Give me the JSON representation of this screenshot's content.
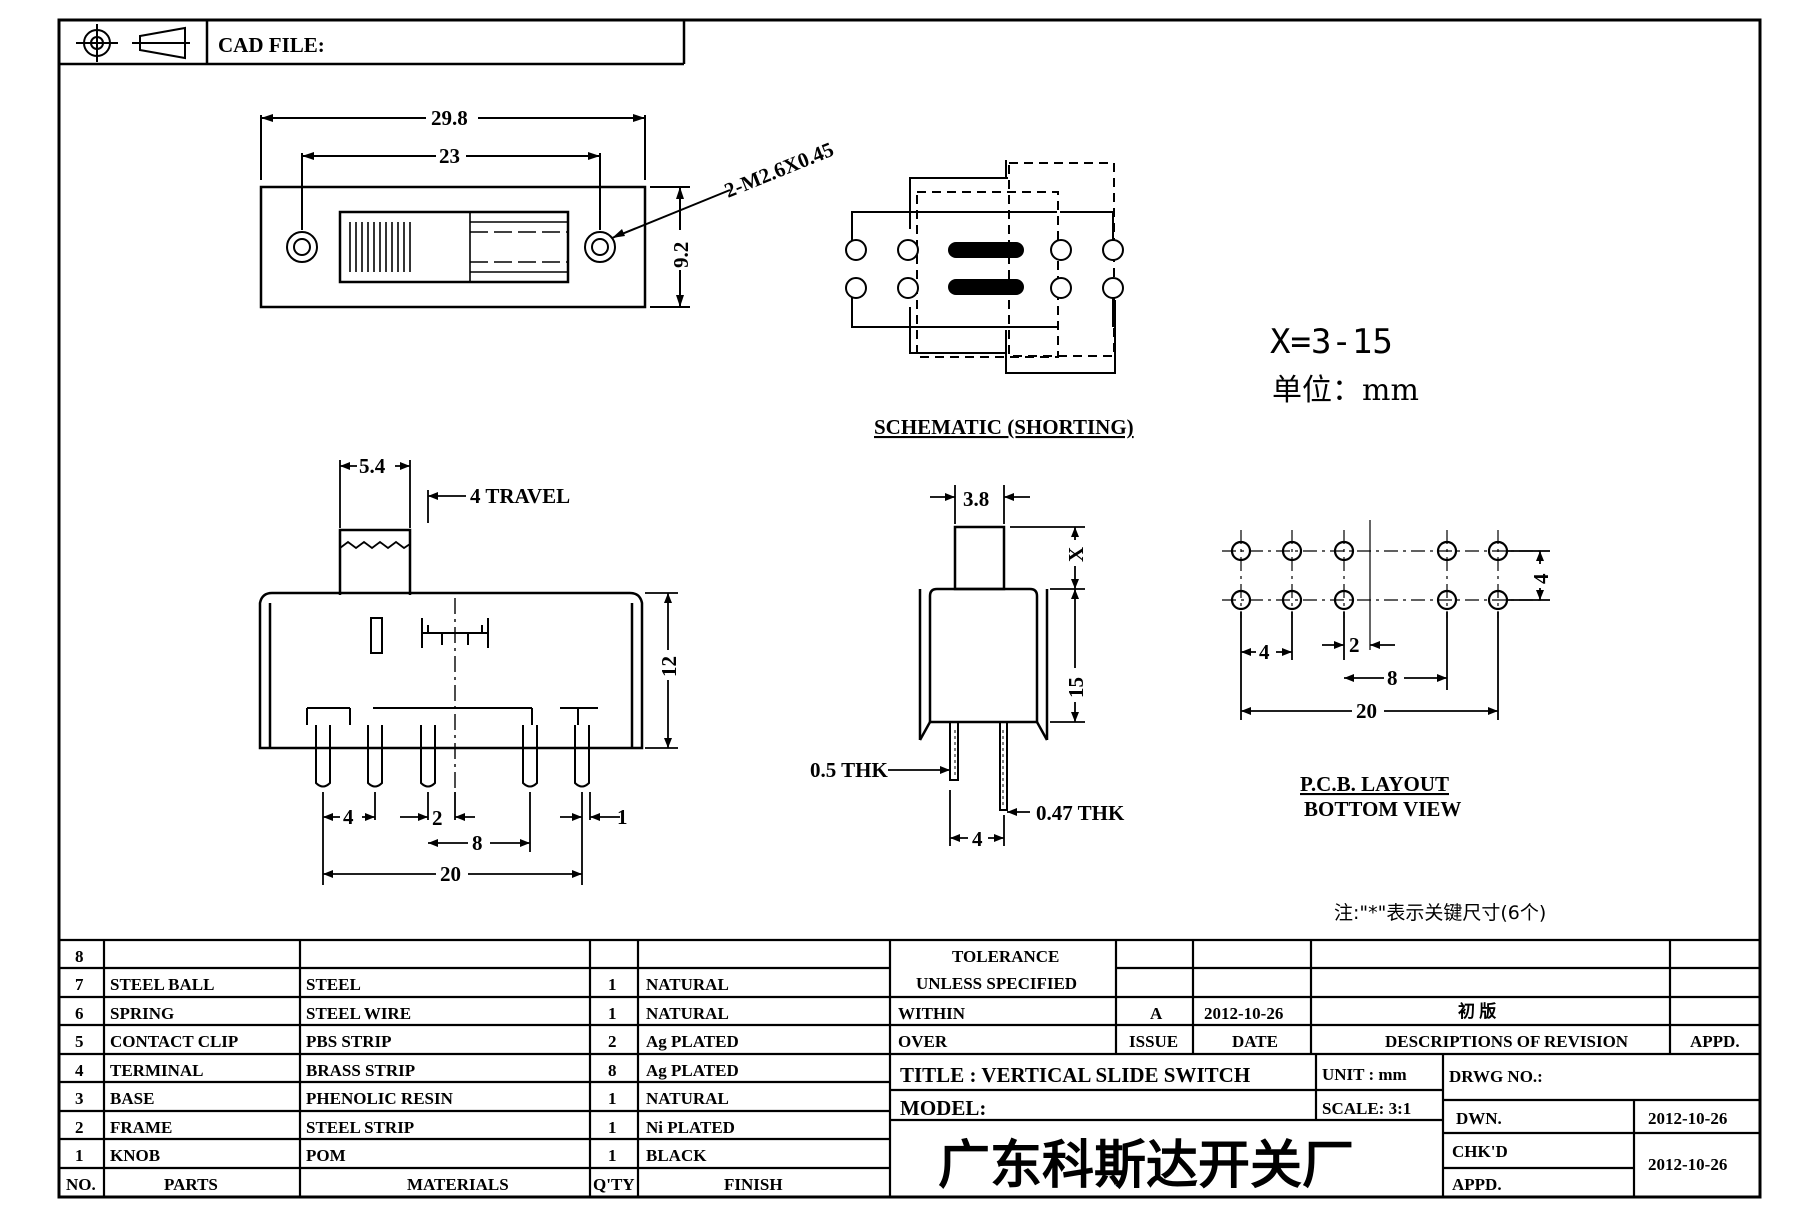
{
  "header": {
    "cad_file_label": "CAD FILE:"
  },
  "top_view": {
    "dim_overall": "29.8",
    "dim_hole_pitch": "23",
    "dim_height": "9.2",
    "screw_callout": "2-M2.6X0.45"
  },
  "schematic": {
    "caption": "SCHEMATIC (SHORTING)"
  },
  "notes": {
    "x_range": "X=3-15",
    "unit_label": "单位：mm",
    "key_note": "注:\"*\"表示关键尺寸(6个)"
  },
  "front_view": {
    "dim_knob_width": "5.4",
    "travel": "4 TRAVEL",
    "dim_height": "12",
    "dim_4": "4",
    "dim_2": "2",
    "dim_1": "1",
    "dim_8": "8",
    "dim_20": "20"
  },
  "side_view": {
    "dim_knob": "3.8",
    "dim_x": "X",
    "dim_15": "15",
    "thk_left": "0.5 THK",
    "thk_right": "0.47 THK",
    "dim_4": "4"
  },
  "pcb_layout": {
    "dim_row_pitch": "4",
    "dim_4": "4",
    "dim_2": "2",
    "dim_8": "8",
    "dim_20": "20",
    "caption": "P.C.B. LAYOUT",
    "subcaption": "BOTTOM VIEW"
  },
  "bom": {
    "rows": [
      {
        "no": "8",
        "part": "",
        "material": "",
        "qty": "",
        "finish": ""
      },
      {
        "no": "7",
        "part": "STEEL BALL",
        "material": "STEEL",
        "qty": "1",
        "finish": "NATURAL"
      },
      {
        "no": "6",
        "part": "SPRING",
        "material": "STEEL WIRE",
        "qty": "1",
        "finish": "NATURAL"
      },
      {
        "no": "5",
        "part": "CONTACT CLIP",
        "material": "PBS STRIP",
        "qty": "2",
        "finish": "Ag PLATED"
      },
      {
        "no": "4",
        "part": "TERMINAL",
        "material": "BRASS STRIP",
        "qty": "8",
        "finish": "Ag PLATED"
      },
      {
        "no": "3",
        "part": "BASE",
        "material": "PHENOLIC RESIN",
        "qty": "1",
        "finish": "NATURAL"
      },
      {
        "no": "2",
        "part": "FRAME",
        "material": "STEEL STRIP",
        "qty": "1",
        "finish": "Ni PLATED"
      },
      {
        "no": "1",
        "part": "KNOB",
        "material": "POM",
        "qty": "1",
        "finish": "BLACK"
      }
    ],
    "headers": {
      "no": "NO.",
      "parts": "PARTS",
      "materials": "MATERIALS",
      "qty": "Q'TY",
      "finish": "FINISH"
    }
  },
  "title_block": {
    "tolerance": "TOLERANCE",
    "unless": "UNLESS SPECIFIED",
    "within": "WITHIN",
    "over": "OVER",
    "issue_value": "A",
    "date_value": "2012-10-26",
    "revision_desc": "初 版",
    "issue_label": "ISSUE",
    "date_label": "DATE",
    "desc_label": "DESCRIPTIONS OF REVISION",
    "appd_label": "APPD.",
    "title": "TITLE : VERTICAL SLIDE SWITCH",
    "unit": "UNIT : mm",
    "drwg_no": "DRWG NO.:",
    "model": "MODEL:",
    "scale": "SCALE: 3:1",
    "company": "广东科斯达开关厂",
    "dwn": "DWN.",
    "dwn_date": "2012-10-26",
    "chkd": "CHK'D",
    "chkd_date": "2012-10-26",
    "appd": "APPD."
  }
}
